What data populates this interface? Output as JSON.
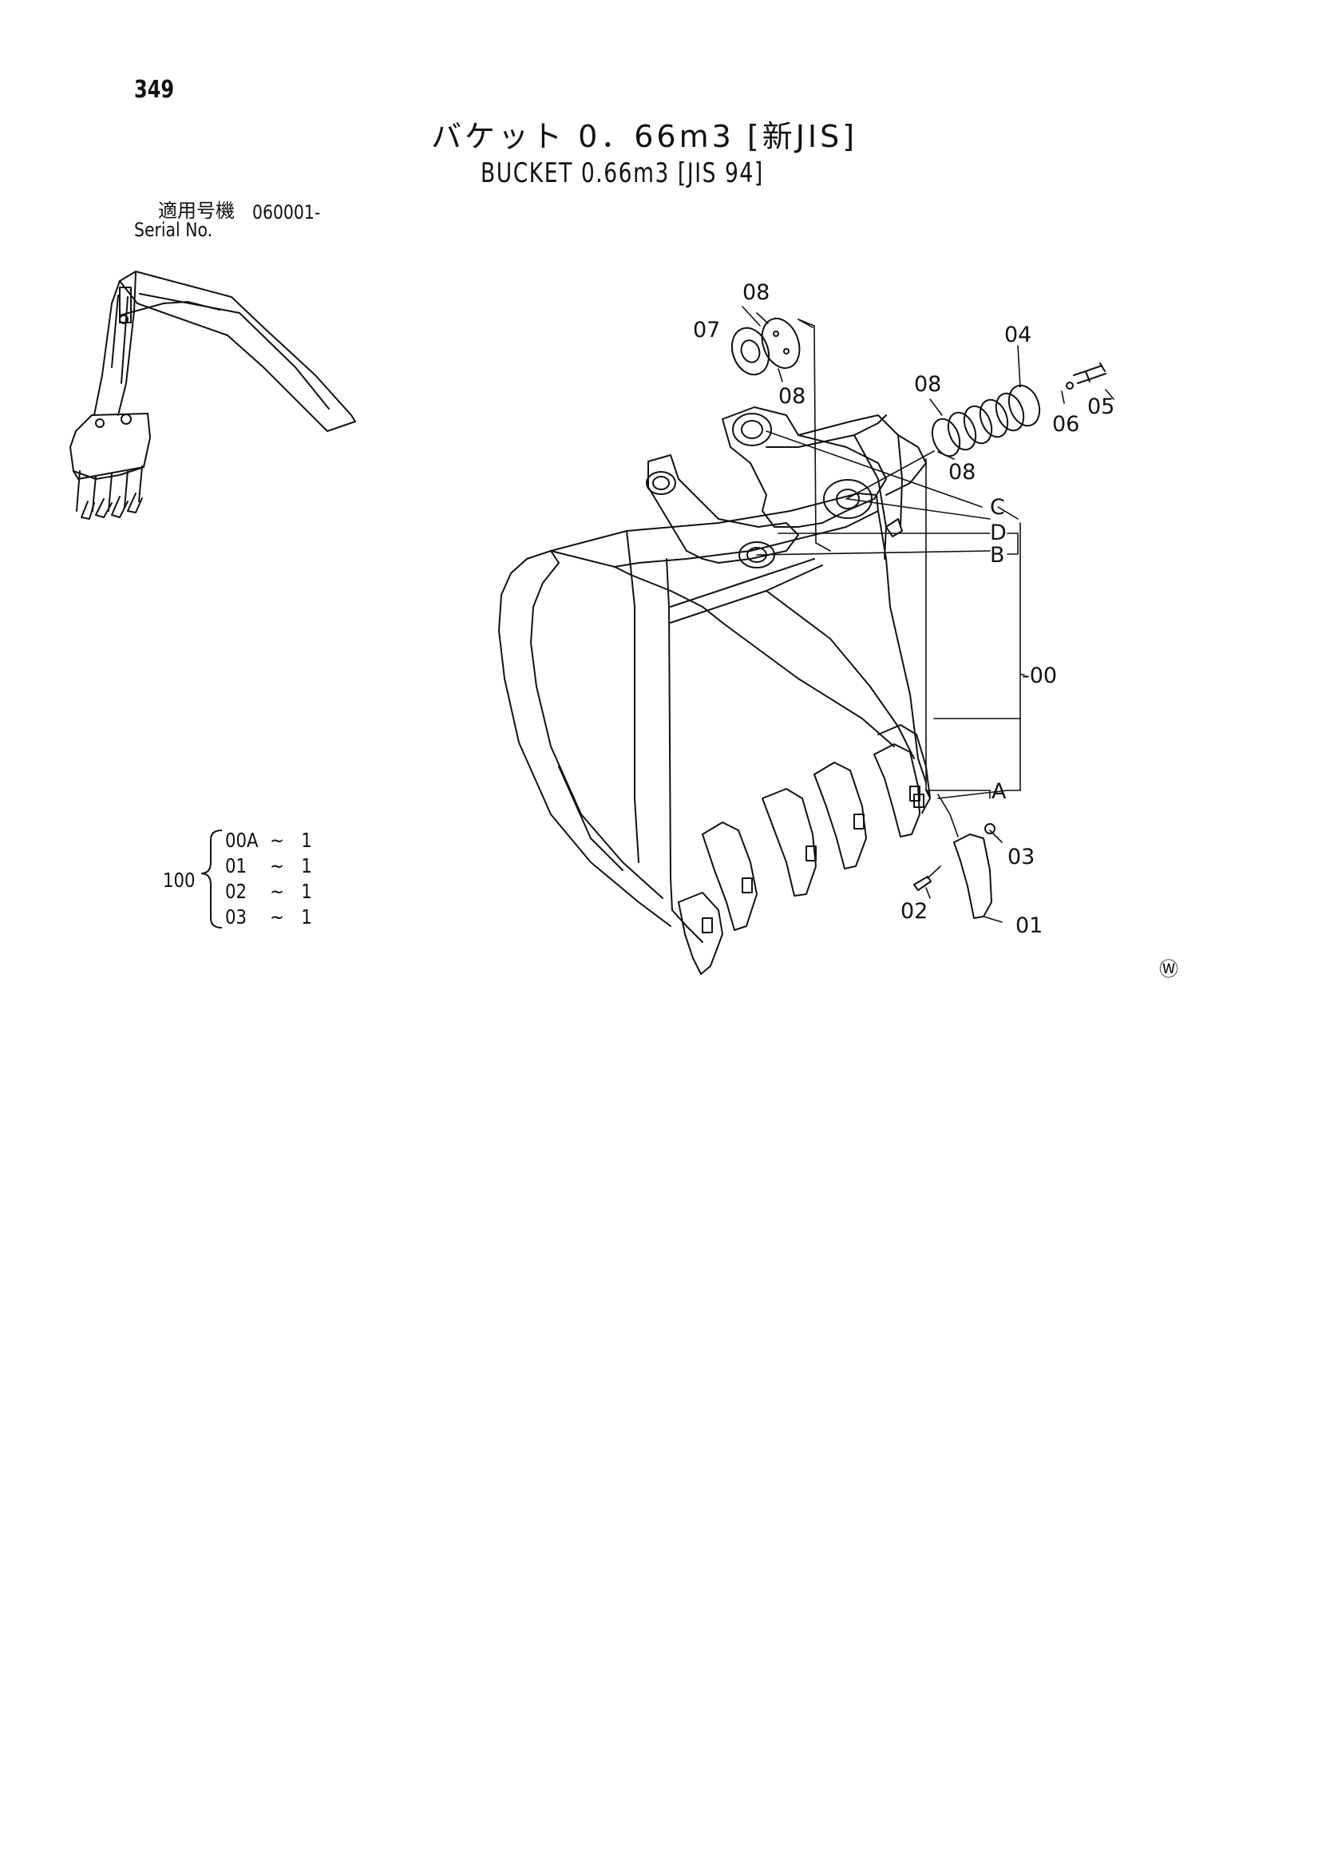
{
  "page": {
    "number": "349"
  },
  "title": {
    "japanese": "バケット 0．66m3 [新JIS]",
    "english": "BUCKET 0.66m3 [JIS 94]"
  },
  "serial": {
    "label_jp": "適用号機",
    "label_en": "Serial No.",
    "value": "060001-"
  },
  "assembly": {
    "total": "100",
    "items": [
      {
        "code": "00A",
        "tilde": "~",
        "qty": "1"
      },
      {
        "code": "01",
        "tilde": "~",
        "qty": "1"
      },
      {
        "code": "02",
        "tilde": "~",
        "qty": "1"
      },
      {
        "code": "03",
        "tilde": "~",
        "qty": "1"
      }
    ]
  },
  "callouts": {
    "p00": "-00",
    "p01": "01",
    "p02": "02",
    "p03": "03",
    "p04": "04",
    "p05": "05",
    "p06": "06",
    "p07": "07",
    "p08a": "08",
    "p08b": "08",
    "p08c": "08",
    "p08d": "08",
    "A": "A",
    "B": "B",
    "C": "C",
    "D": "D"
  },
  "mark": "Ⓦ"
}
